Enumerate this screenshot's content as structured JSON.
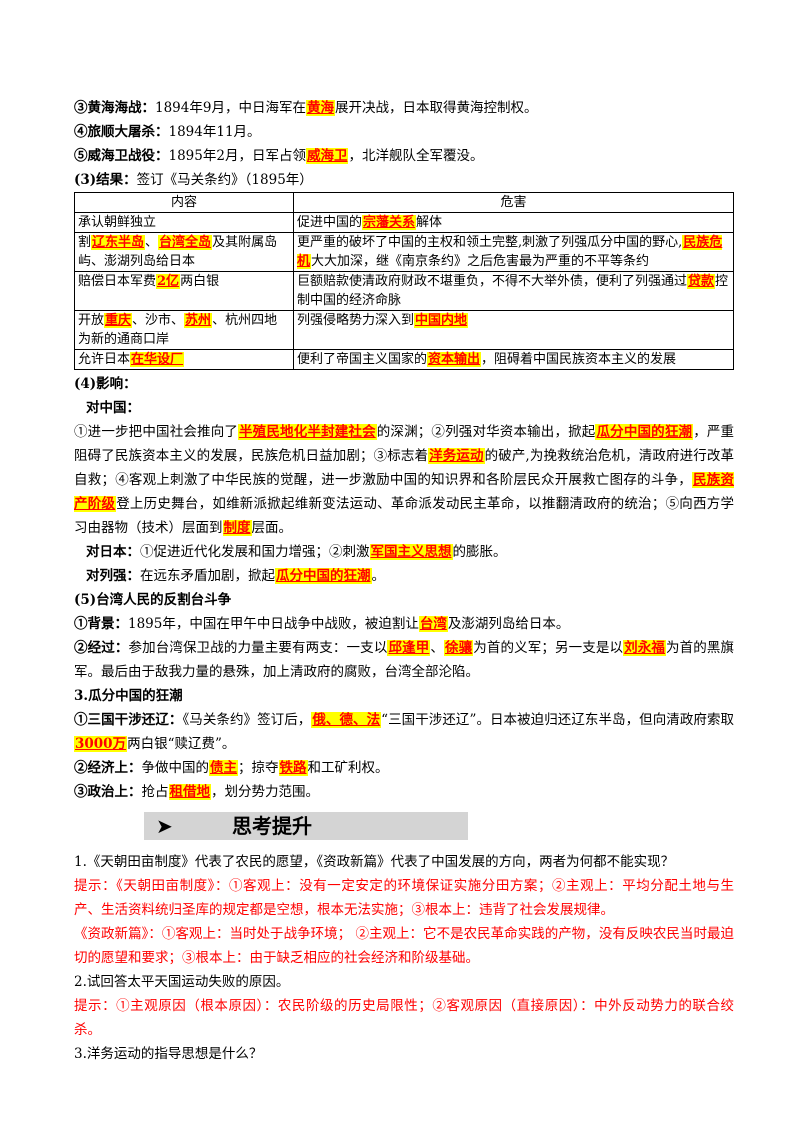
{
  "section_battles": [
    {
      "label": "③黄海海战：",
      "pre": "1894年9月，中日海军在",
      "hl": "黄海",
      "post": "展开决战，日本取得黄海控制权。"
    },
    {
      "label": "④旅顺大屠杀：",
      "pre": "1894年11月。",
      "hl": "",
      "post": ""
    },
    {
      "label": "⑤威海卫战役：",
      "pre": "1895年2月，日军占领",
      "hl": "威海卫",
      "post": "，北洋舰队全军覆没。"
    }
  ],
  "result_heading": {
    "label": "(3)结果：",
    "text": "签订《马关条约》（1895年）"
  },
  "table": {
    "headers": [
      "内容",
      "危害"
    ],
    "rows": [
      {
        "c1": [
          {
            "t": "承认朝鲜独立"
          }
        ],
        "c2": [
          {
            "t": "促进中国的"
          },
          {
            "h": "宗藩关系"
          },
          {
            "t": "解体"
          }
        ]
      },
      {
        "c1": [
          {
            "t": "割"
          },
          {
            "h": "辽东半岛"
          },
          {
            "t": "、"
          },
          {
            "h": "台湾全岛"
          },
          {
            "t": "及其附属岛屿、澎湖列岛给日本"
          }
        ],
        "c2": [
          {
            "t": "更严重的破坏了中国的主权和领土完整,刺激了列强瓜分中国的野心,"
          },
          {
            "h": "民族危机"
          },
          {
            "t": "大大加深，继《南京条约》之后危害最为严重的不平等条约"
          }
        ]
      },
      {
        "c1": [
          {
            "t": "赔偿日本军费"
          },
          {
            "h": "2亿"
          },
          {
            "t": "两白银"
          }
        ],
        "c2": [
          {
            "t": "巨额赔款使清政府财政不堪重负，不得不大举外债，便利了列强通过"
          },
          {
            "h": "贷款"
          },
          {
            "t": "控制中国的经济命脉"
          }
        ]
      },
      {
        "c1": [
          {
            "t": "开放"
          },
          {
            "h": "重庆"
          },
          {
            "t": "、沙市、"
          },
          {
            "h": "苏州"
          },
          {
            "t": "、杭州四地为新的通商口岸"
          }
        ],
        "c2": [
          {
            "t": "列强侵略势力深入到"
          },
          {
            "h": "中国内地"
          }
        ]
      },
      {
        "c1": [
          {
            "t": "允许日本"
          },
          {
            "h": "在华设厂"
          }
        ],
        "c2": [
          {
            "t": "便利了帝国主义国家的"
          },
          {
            "h": "资本输出"
          },
          {
            "t": "，阻碍着中国民族资本主义的发展"
          }
        ]
      }
    ]
  },
  "influence": {
    "heading": "(4)影响：",
    "china_label": "对中国：",
    "china_text": [
      {
        "t": "①进一步把中国社会推向了"
      },
      {
        "h": "半殖民地化半封建社会"
      },
      {
        "t": "的深渊；②列强对华资本输出，掀起"
      },
      {
        "h": "瓜分中国的狂潮"
      },
      {
        "t": "，严重阻碍了民族资本主义的发展，民族危机日益加剧；③标志着"
      },
      {
        "h": "洋务运动"
      },
      {
        "t": "的破产,为挽救统治危机，清政府进行改革自救；④客观上刺激了中华民族的觉醒，进一步激励中国的知识界和各阶层民众开展救亡图存的斗争，"
      },
      {
        "h": "民族资产阶级"
      },
      {
        "t": "登上历史舞台，如维新派掀起维新变法运动、革命派发动民主革命，以推翻清政府的统治；⑤向西方学习由器物（技术）层面到"
      },
      {
        "h": "制度"
      },
      {
        "t": "层面。"
      }
    ],
    "japan_label": "对日本：",
    "japan_text": [
      {
        "t": "①促进近代化发展和国力增强；②刺激"
      },
      {
        "h": "军国主义思想"
      },
      {
        "t": "的膨胀。"
      }
    ],
    "powers_label": "对列强：",
    "powers_text": [
      {
        "t": "在远东矛盾加剧，掀起"
      },
      {
        "h": "瓜分中国的狂潮"
      },
      {
        "t": "。"
      }
    ]
  },
  "taiwan": {
    "heading": "(5)台湾人民的反割台斗争",
    "bg_label": "①背景：",
    "bg_text": [
      {
        "t": "1895年，中国在甲午中日战争中战败，被迫割让"
      },
      {
        "h": "台湾"
      },
      {
        "t": "及澎湖列岛给日本。"
      }
    ],
    "proc_label": "②经过：",
    "proc_text": [
      {
        "t": "参加台湾保卫战的力量主要有两支：一支以"
      },
      {
        "h": "邱逢甲"
      },
      {
        "t": "、"
      },
      {
        "h": "徐骧"
      },
      {
        "t": "为首的义军；另一支是以"
      },
      {
        "h": "刘永福"
      },
      {
        "t": "为首的黑旗军。最后由于敌我力量的悬殊，加上清政府的腐败，台湾全部沦陷。"
      }
    ]
  },
  "partition": {
    "heading": "3.瓜分中国的狂潮",
    "p1_label": "①三国干涉还辽：",
    "p1_text": [
      {
        "t": "《马关条约》签订后，"
      },
      {
        "h": "俄、德、法"
      },
      {
        "t": "“三国干涉还辽”。日本被迫归还辽东半岛，但向清政府索取"
      },
      {
        "h": "3000万"
      },
      {
        "t": "两白银“赎辽费”。"
      }
    ],
    "p2_label": "②经济上：",
    "p2_text": [
      {
        "t": "争做中国的"
      },
      {
        "h": "债主"
      },
      {
        "t": "；掠夺"
      },
      {
        "h": "铁路"
      },
      {
        "t": "和工矿利权。"
      }
    ],
    "p3_label": "③政治上：",
    "p3_text": [
      {
        "t": "抢占"
      },
      {
        "h": "租借地"
      },
      {
        "t": "，划分势力范围。"
      }
    ]
  },
  "banner": {
    "arrow": "➤",
    "title": "思考提升"
  },
  "questions": {
    "q1": "1.《天朝田亩制度》代表了农民的愿望，《资政新篇》代表了中国发展的方向，两者为何都不能实现？",
    "a1a": "提示：《天朝田亩制度》：①客观上：没有一定安定的环境保证实施分田方案；②主观上：平均分配土地与生产、生活资料统归圣库的规定都是空想，根本无法实施；③根本上：违背了社会发展规律。",
    "a1b": "《资政新篇》：①客观上：当时处于战争环境；  ②主观上：它不是农民革命实践的产物，没有反映农民当时最迫切的愿望和要求；③根本上：由于缺乏相应的社会经济和阶级基础。",
    "q2": "2.试回答太平天国运动失败的原因。",
    "a2": "提示：①主观原因（根本原因）：农民阶级的历史局限性；②客观原因（直接原因）：中外反动势力的联合绞杀。",
    "q3": "3.洋务运动的指导思想是什么？"
  }
}
